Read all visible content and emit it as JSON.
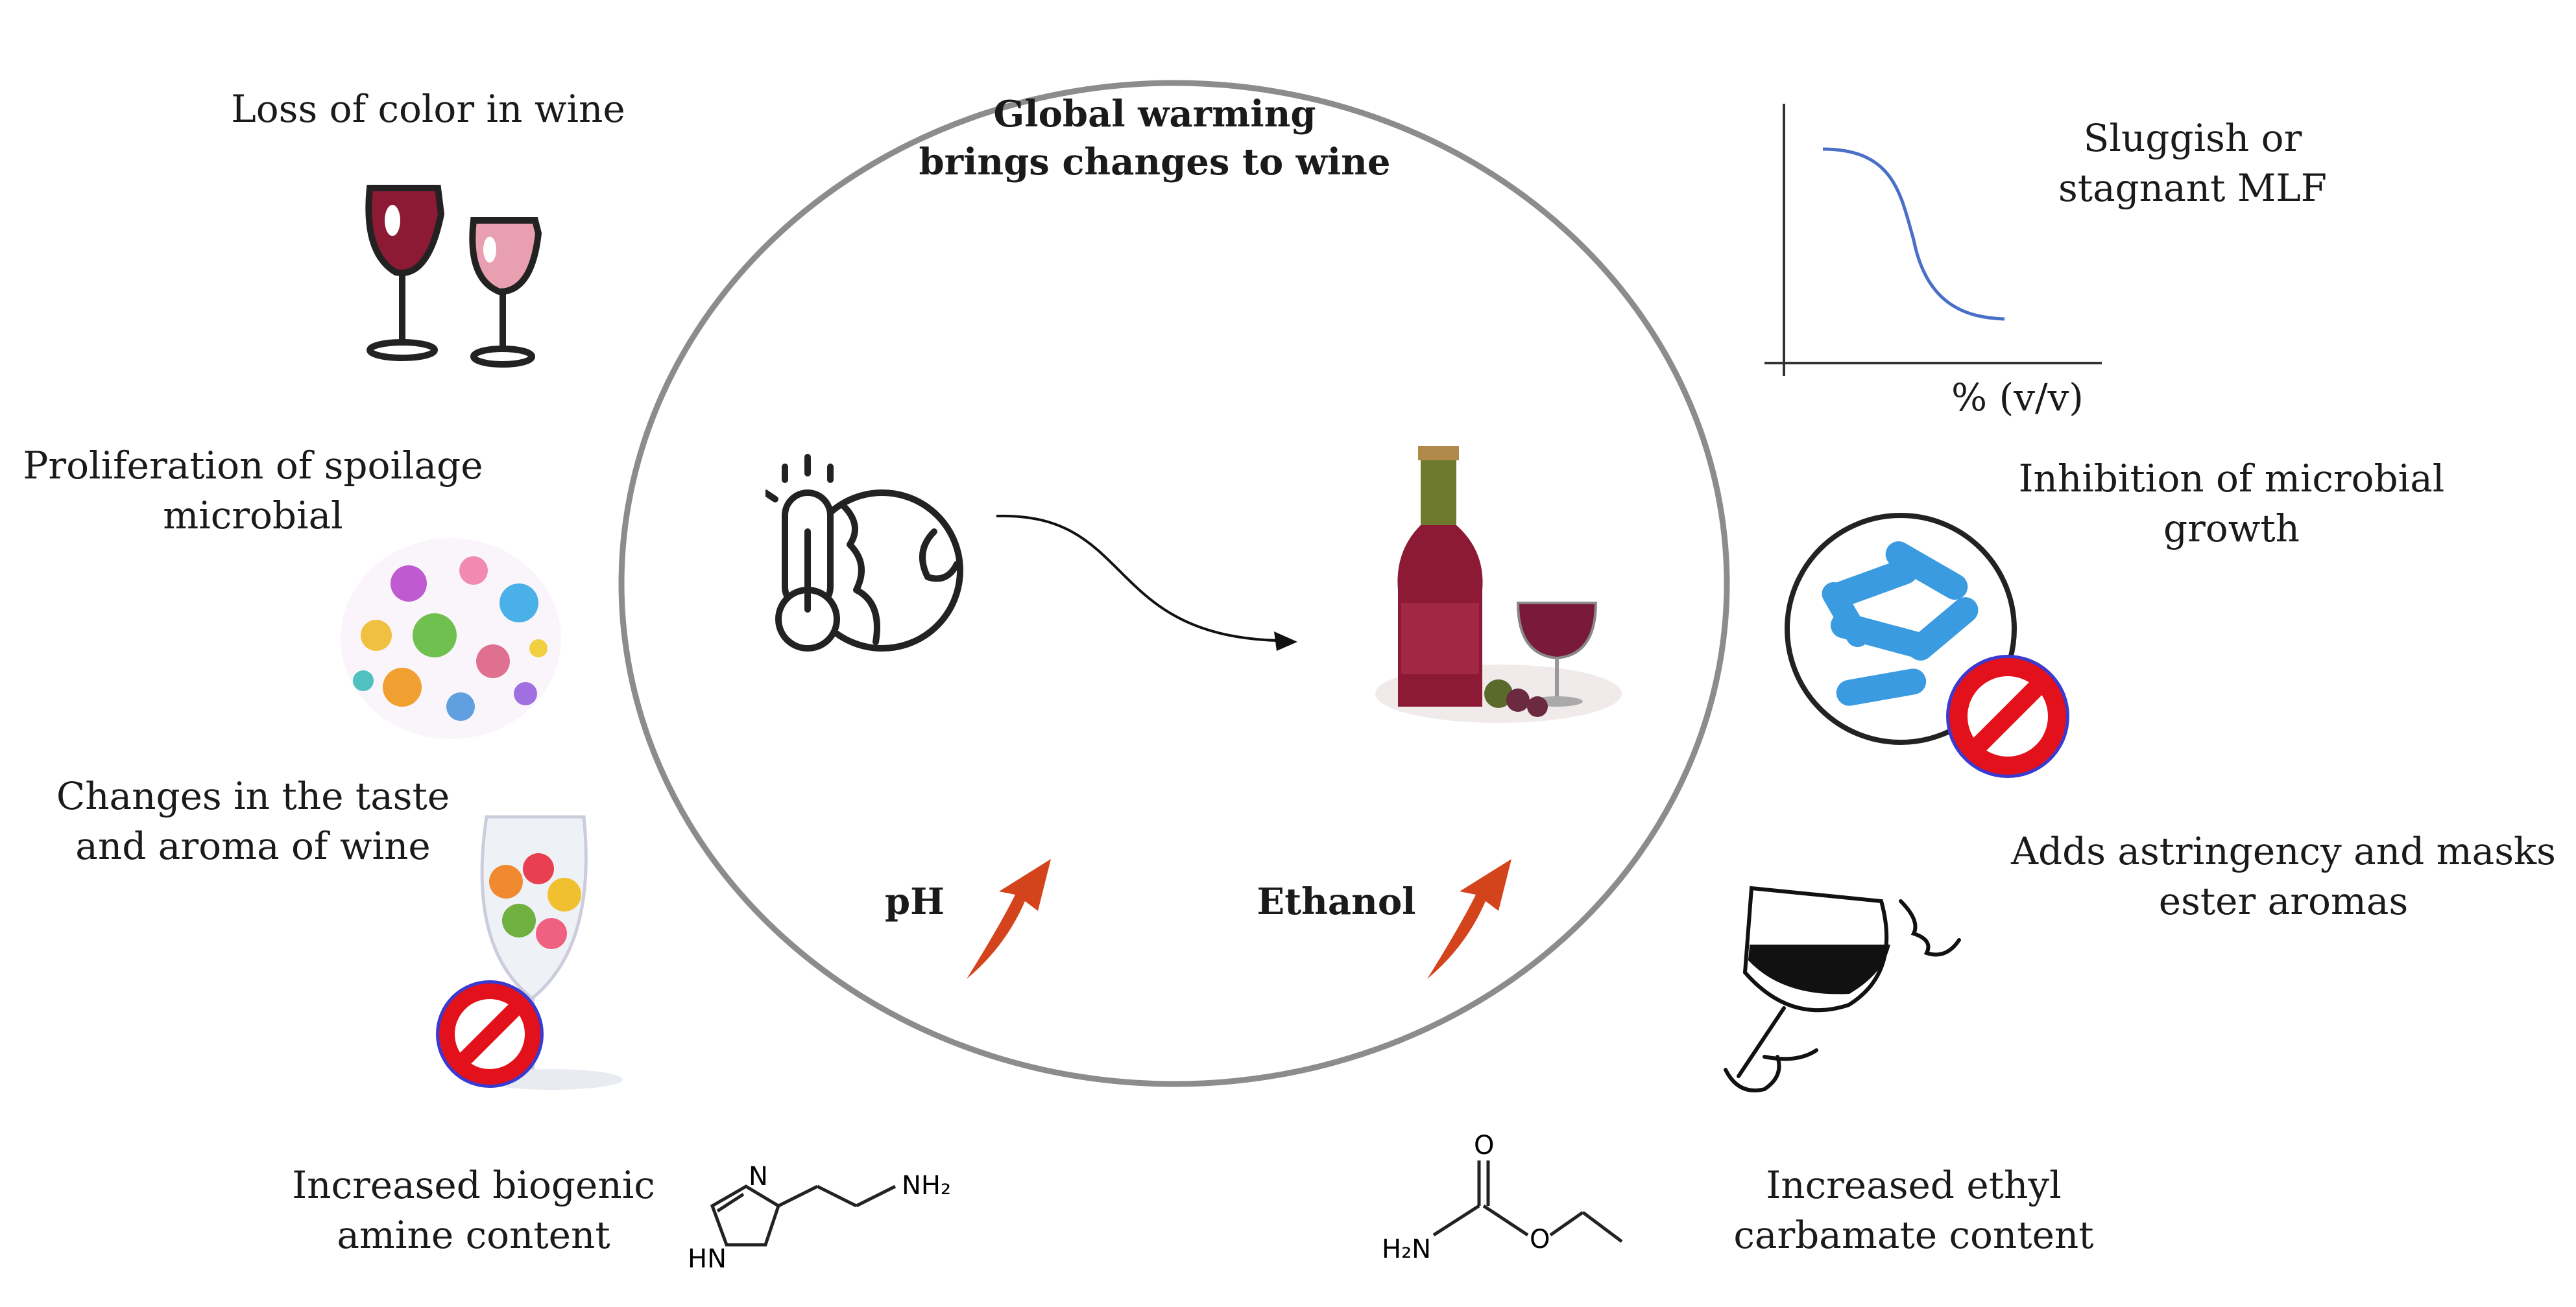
{
  "center": {
    "title": "Global warming\nbrings changes to wine",
    "ph_label": "pH",
    "ethanol_label": "Ethanol"
  },
  "effects": {
    "loss_of_color": "Loss of color in wine",
    "spoilage": "Proliferation of spoilage\nmicrobial",
    "taste_aroma": "Changes in the taste\nand aroma of wine",
    "biogenic_amine": "Increased biogenic\namine content",
    "mlf": "Sluggish or\nstagnant MLF",
    "inhibition": "Inhibition of microbial\ngrowth",
    "astringency": "Adds astringency and masks\nester aromas",
    "ethyl_carbamate": "Increased ethyl\ncarbamate content"
  },
  "mlf_graph": {
    "x_label": "% (v/v)"
  },
  "molecules": {
    "histamine": {
      "n_label": "N",
      "hn_label": "HN",
      "nh2_label": "NH₂"
    },
    "ethyl_carbamate": {
      "o_label": "O",
      "o2_label": "O",
      "h2n_label": "H₂N"
    }
  },
  "colors": {
    "circle": "#8c8c8c",
    "arrow_up": "#d4441c",
    "curve": "#4a6fc7",
    "prohibit": "#e3111b",
    "prohibit_ring": "#3a3ad0",
    "bacteria": "#3a9be0",
    "wine": "#8c1a34"
  }
}
